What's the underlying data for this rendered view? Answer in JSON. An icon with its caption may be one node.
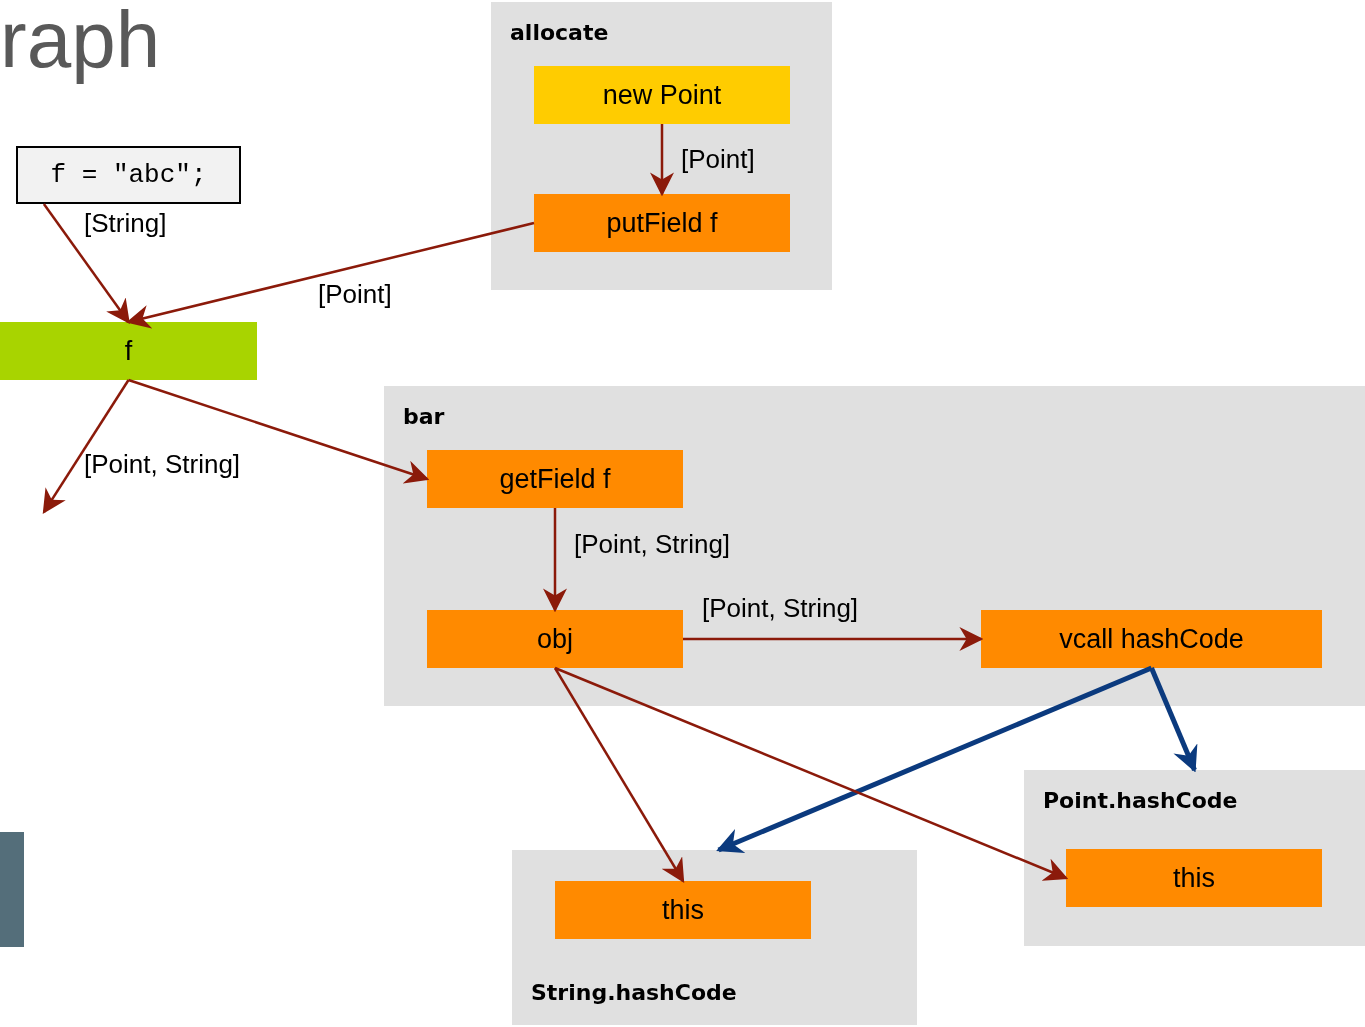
{
  "diagram": {
    "nodes": [
      {
        "text": [
          "f = \"abc\";"
        ]
      },
      {
        "text": [
          "f"
        ]
      },
      {
        "text": [
          "allocate"
        ]
      },
      {
        "text": [
          "new Point"
        ],
        "in": 2
      },
      {
        "text": [
          "putField f"
        ],
        "in": 2
      },
      {
        "text": [
          "bar"
        ]
      },
      {
        "text": [
          "getField f"
        ],
        "in": 5
      },
      {
        "text": [
          "obj"
        ],
        "in": 5
      },
      {
        "text": [
          "vcall hashCode"
        ],
        "in": 5
      },
      {
        "text": [
          "Point.hashCode"
        ]
      },
      {
        "text": [
          "this"
        ],
        "in": 9
      },
      {
        "text": [
          "String.hashCode"
        ]
      },
      {
        "text": [
          "this"
        ],
        "in": 11
      },
      {
        "text": [],
        "shape": "bar"
      }
    ],
    "edges": [
      {
        "from": 0,
        "to": 1,
        "arrow": "to",
        "label": "[String]"
      },
      {
        "from": 3,
        "to": 4,
        "arrow": "to",
        "label": "[Point]"
      },
      {
        "from": 4,
        "to": 1,
        "arrow": "to",
        "label": "[Point]"
      },
      {
        "from": 1,
        "to": null,
        "arrow": "to",
        "label": "[Point, String]"
      },
      {
        "from": 1,
        "to": 6,
        "arrow": "to"
      },
      {
        "from": 6,
        "to": 7,
        "arrow": "to",
        "label": "[Point, String]"
      },
      {
        "from": 7,
        "to": 8,
        "arrow": "to",
        "label": "[Point, String]"
      },
      {
        "from": 8,
        "to": 11,
        "arrow": "to",
        "style": "thick",
        "color": "#0b3a7e"
      },
      {
        "from": 8,
        "to": 9,
        "arrow": "to",
        "style": "thick",
        "color": "#0b3a7e"
      },
      {
        "from": 7,
        "to": 12,
        "arrow": "to"
      },
      {
        "from": 7,
        "to": 10,
        "arrow": "to"
      }
    ],
    "labels": [
      "raph"
    ]
  }
}
